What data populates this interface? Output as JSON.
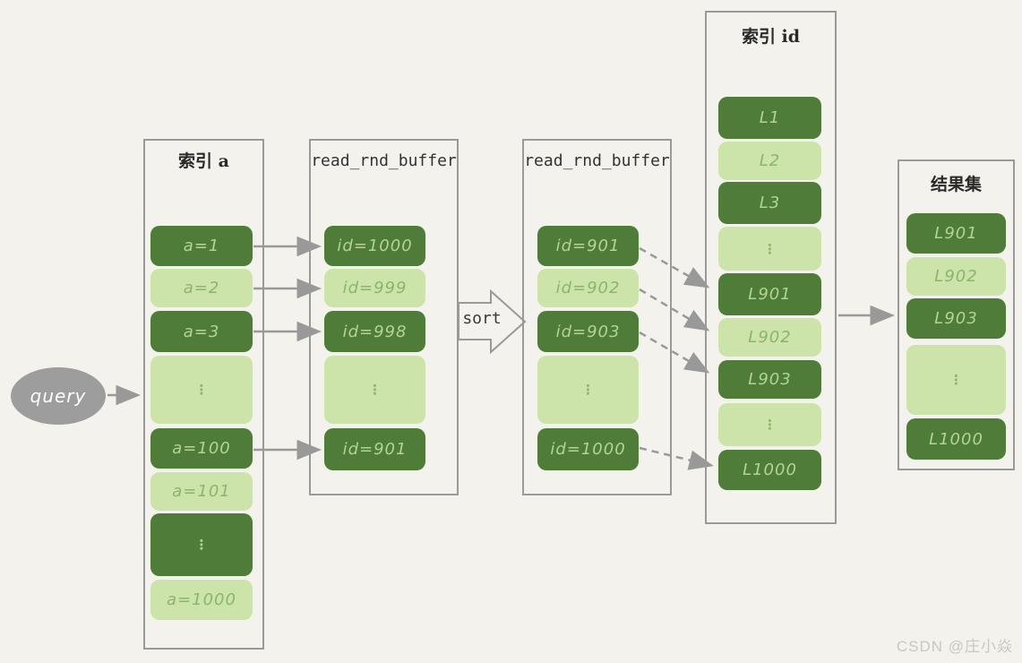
{
  "query": {
    "label": "query"
  },
  "sort": {
    "label": "sort"
  },
  "watermark": {
    "text": "CSDN @庄小焱"
  },
  "colors": {
    "background": "#f4f2ec",
    "dark_green": "#4f7c38",
    "light_green": "#cce4a9",
    "text_on_dark": "#b3d493",
    "text_on_light": "#8db46c",
    "frame_border": "#9a9a9a",
    "arrow_gray": "#999999"
  },
  "columns": [
    {
      "title": "索引 a",
      "items": [
        {
          "label": "a=1",
          "variant": "dark"
        },
        {
          "label": "a=2",
          "variant": "light"
        },
        {
          "label": "a=3",
          "variant": "dark"
        },
        {
          "label": "⋮",
          "variant": "light"
        },
        {
          "label": "a=100",
          "variant": "dark"
        },
        {
          "label": "a=101",
          "variant": "light"
        },
        {
          "label": "⋮",
          "variant": "dark"
        },
        {
          "label": "a=1000",
          "variant": "light"
        }
      ]
    },
    {
      "title": "read_rnd_buffer",
      "items": [
        {
          "label": "id=1000",
          "variant": "dark"
        },
        {
          "label": "id=999",
          "variant": "light"
        },
        {
          "label": "id=998",
          "variant": "dark"
        },
        {
          "label": "⋮",
          "variant": "light"
        },
        {
          "label": "id=901",
          "variant": "dark"
        }
      ]
    },
    {
      "title": "read_rnd_buffer",
      "items": [
        {
          "label": "id=901",
          "variant": "dark"
        },
        {
          "label": "id=902",
          "variant": "light"
        },
        {
          "label": "id=903",
          "variant": "dark"
        },
        {
          "label": "⋮",
          "variant": "light"
        },
        {
          "label": "id=1000",
          "variant": "dark"
        }
      ]
    },
    {
      "title": "索引 id",
      "items": [
        {
          "label": "L1",
          "variant": "dark"
        },
        {
          "label": "L2",
          "variant": "light"
        },
        {
          "label": "L3",
          "variant": "dark"
        },
        {
          "label": "⋮",
          "variant": "light"
        },
        {
          "label": "L901",
          "variant": "dark"
        },
        {
          "label": "L902",
          "variant": "light"
        },
        {
          "label": "L903",
          "variant": "dark"
        },
        {
          "label": "⋮",
          "variant": "light"
        },
        {
          "label": "L1000",
          "variant": "dark"
        }
      ]
    },
    {
      "title": "结果集",
      "items": [
        {
          "label": "L901",
          "variant": "dark"
        },
        {
          "label": "L902",
          "variant": "light"
        },
        {
          "label": "L903",
          "variant": "dark"
        },
        {
          "label": "⋮",
          "variant": "light"
        },
        {
          "label": "L1000",
          "variant": "dark"
        }
      ]
    }
  ]
}
